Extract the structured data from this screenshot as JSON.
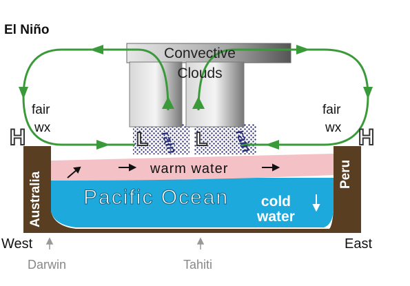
{
  "title": "El Niño",
  "clouds": {
    "line1": "Convective",
    "line2": "Clouds"
  },
  "left_weather": {
    "line1": "fair",
    "line2": "wx",
    "pressure": "H"
  },
  "right_weather": {
    "line1": "fair",
    "line2": "wx",
    "pressure": "H"
  },
  "low_pressure_left": "L",
  "low_pressure_right": "L",
  "rain_left": "rain",
  "rain_right": "rain",
  "warm_water": "warm water",
  "ocean": "Pacific  Ocean",
  "cold_water": {
    "line1": "cold",
    "line2": "water"
  },
  "land_left": "Australia",
  "land_right": "Peru",
  "west": "West",
  "east": "East",
  "station_left": "Darwin",
  "station_right": "Tahiti",
  "colors": {
    "land": "#5a3e22",
    "warm_water": "#f4c2c6",
    "cold_water": "#1ea9dd",
    "circulation": "#3a9a3a",
    "rain": "#2b2f7a"
  }
}
